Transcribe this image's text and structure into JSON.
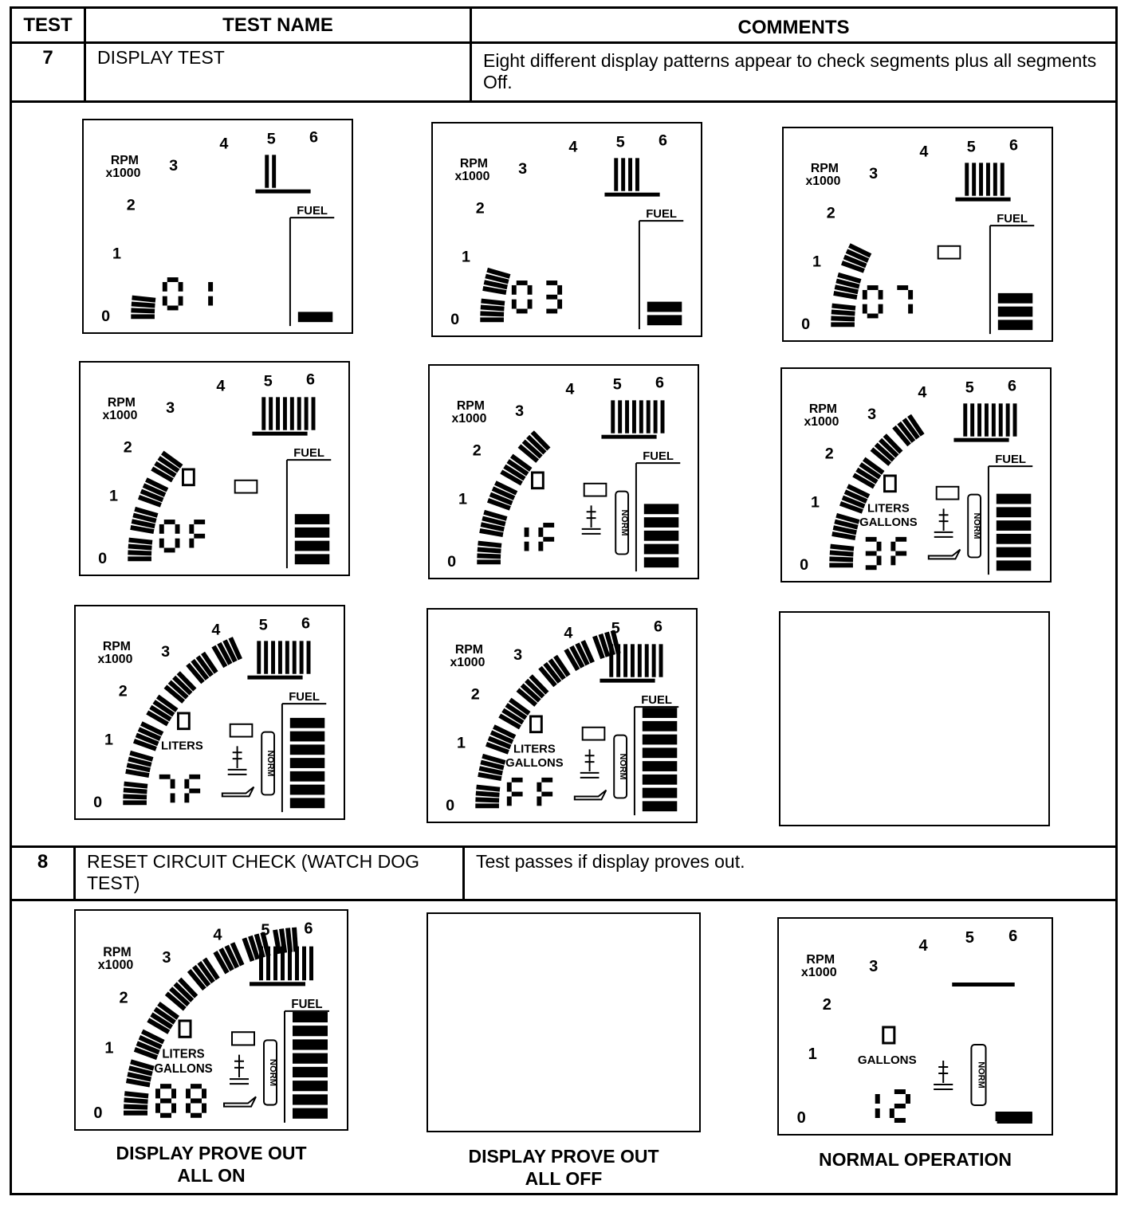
{
  "header": {
    "test": "TEST",
    "test_name": "TEST NAME",
    "comments": "COMMENTS"
  },
  "tests": [
    {
      "number": "7",
      "name": "DISPLAY TEST",
      "comment": "Eight different display patterns appear to check segments plus all segments Off."
    },
    {
      "number": "8",
      "name": "RESET CIRCUIT CHECK (WATCH DOG TEST)",
      "comment": "Test passes if display proves out."
    }
  ],
  "gauge_labels": {
    "rpm": "RPM",
    "x1000": "x1000",
    "fuel": "FUEL",
    "norm": "NORM",
    "liters": "LITERS",
    "gallons": "GALLONS",
    "scale": [
      "0",
      "1",
      "2",
      "3",
      "4",
      "5",
      "6"
    ]
  },
  "panels": [
    {
      "segments": 1,
      "digits": "01",
      "fuel_bars": 1,
      "temp_icon": false,
      "battery_icon": false,
      "fuel_icon": false,
      "oil_icon": false,
      "units": []
    },
    {
      "segments": 2,
      "digits": "03",
      "fuel_bars": 2,
      "temp_icon": false,
      "battery_icon": false,
      "fuel_icon": false,
      "oil_icon": false,
      "units": []
    },
    {
      "segments": 3,
      "digits": "07",
      "fuel_bars": 3,
      "temp_icon": false,
      "battery_icon": true,
      "fuel_icon": false,
      "oil_icon": false,
      "units": []
    },
    {
      "segments": 4,
      "digits": "0F",
      "fuel_bars": 4,
      "temp_icon": false,
      "battery_icon": true,
      "fuel_icon": true,
      "oil_icon": false,
      "units": []
    },
    {
      "segments": 5,
      "digits": "1F",
      "fuel_bars": 5,
      "temp_icon": true,
      "battery_icon": true,
      "fuel_icon": true,
      "oil_icon": false,
      "units": []
    },
    {
      "segments": 6,
      "digits": "3F",
      "fuel_bars": 6,
      "temp_icon": true,
      "battery_icon": true,
      "fuel_icon": true,
      "oil_icon": true,
      "units": [
        "LITERS",
        "GALLONS"
      ]
    },
    {
      "segments": 7,
      "digits": "7F",
      "fuel_bars": 7,
      "temp_icon": true,
      "battery_icon": true,
      "fuel_icon": true,
      "oil_icon": true,
      "units": [
        "LITERS"
      ]
    },
    {
      "segments": 8,
      "digits": "FF",
      "fuel_bars": 8,
      "temp_icon": true,
      "battery_icon": true,
      "fuel_icon": true,
      "oil_icon": true,
      "units": [
        "LITERS",
        "GALLONS"
      ]
    },
    {
      "blank": true
    },
    {
      "segments": 9,
      "digits": "88",
      "fuel_bars": 8,
      "temp_icon": true,
      "battery_icon": true,
      "fuel_icon": true,
      "oil_icon": true,
      "units": [
        "LITERS",
        "GALLONS"
      ]
    },
    {
      "blank": true
    },
    {
      "segments": 0,
      "digits": "12",
      "fuel_bars": 1,
      "temp_icon": true,
      "battery_icon": false,
      "fuel_icon": true,
      "oil_icon": false,
      "units": [
        "GALLONS"
      ],
      "normal": true
    }
  ],
  "captions": {
    "all_on_1": "DISPLAY PROVE OUT",
    "all_on_2": "ALL ON",
    "all_off_1": "DISPLAY PROVE OUT",
    "all_off_2": "ALL OFF",
    "normal": "NORMAL OPERATION"
  }
}
